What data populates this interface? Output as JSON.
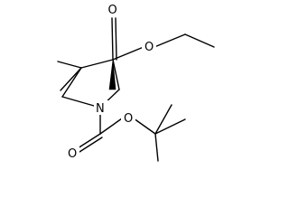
{
  "molecule": {
    "atoms": {
      "carbonyl_oxygen_top": "O",
      "ester_oxygen": "O",
      "ring_nitrogen": "N",
      "carbamate_oxygen_bottom": "O",
      "carbamate_oxygen_ester": "O"
    },
    "colors": {
      "bond": "#000000",
      "background": "#ffffff"
    }
  }
}
